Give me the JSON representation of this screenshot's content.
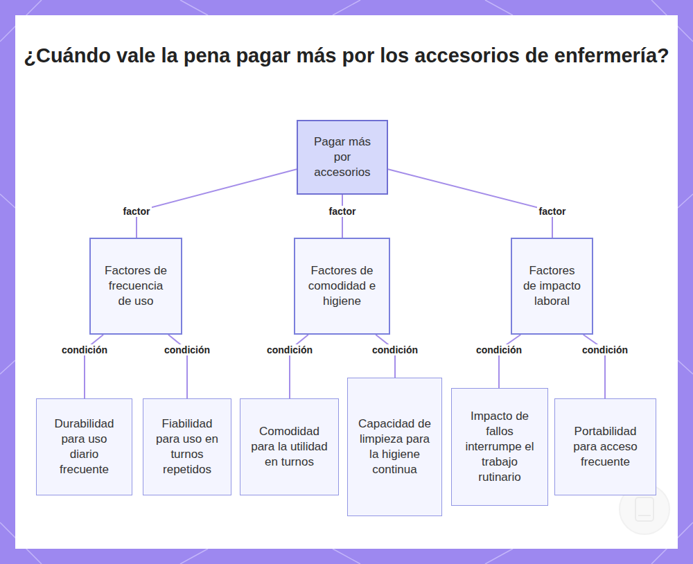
{
  "diagram": {
    "title": "¿Cuándo vale la pena pagar más por los accesorios de enfermería?",
    "nodes": [
      {
        "text": [
          "Pagar más por accesorios"
        ]
      },
      {
        "text": [
          "Factores de frecuencia de uso"
        ]
      },
      {
        "text": [
          "Factores de comodidad e higiene"
        ]
      },
      {
        "text": [
          "Factores de impacto laboral"
        ]
      },
      {
        "text": [
          "Durabilidad para uso diario frecuente"
        ]
      },
      {
        "text": [
          "Fiabilidad para uso en turnos repetidos"
        ]
      },
      {
        "text": [
          "Comodidad para la utilidad en turnos"
        ]
      },
      {
        "text": [
          "Capacidad de limpieza para la higiene continua"
        ]
      },
      {
        "text": [
          "Impacto de fallos interrumpe el trabajo rutinario"
        ]
      },
      {
        "text": [
          "Portabilidad para acceso frecuente"
        ]
      }
    ],
    "edges": [
      {
        "from": 0,
        "to": 1,
        "label": "factor",
        "arrow": "none"
      },
      {
        "from": 0,
        "to": 2,
        "label": "factor",
        "arrow": "none"
      },
      {
        "from": 0,
        "to": 3,
        "label": "factor",
        "arrow": "none"
      },
      {
        "from": 1,
        "to": 4,
        "label": "condición",
        "arrow": "none"
      },
      {
        "from": 1,
        "to": 5,
        "label": "condición",
        "arrow": "none"
      },
      {
        "from": 2,
        "to": 6,
        "label": "condición",
        "arrow": "none"
      },
      {
        "from": 2,
        "to": 7,
        "label": "condición",
        "arrow": "none"
      },
      {
        "from": 3,
        "to": 8,
        "label": "condición",
        "arrow": "none"
      },
      {
        "from": 3,
        "to": 9,
        "label": "condición",
        "arrow": "none"
      }
    ]
  }
}
